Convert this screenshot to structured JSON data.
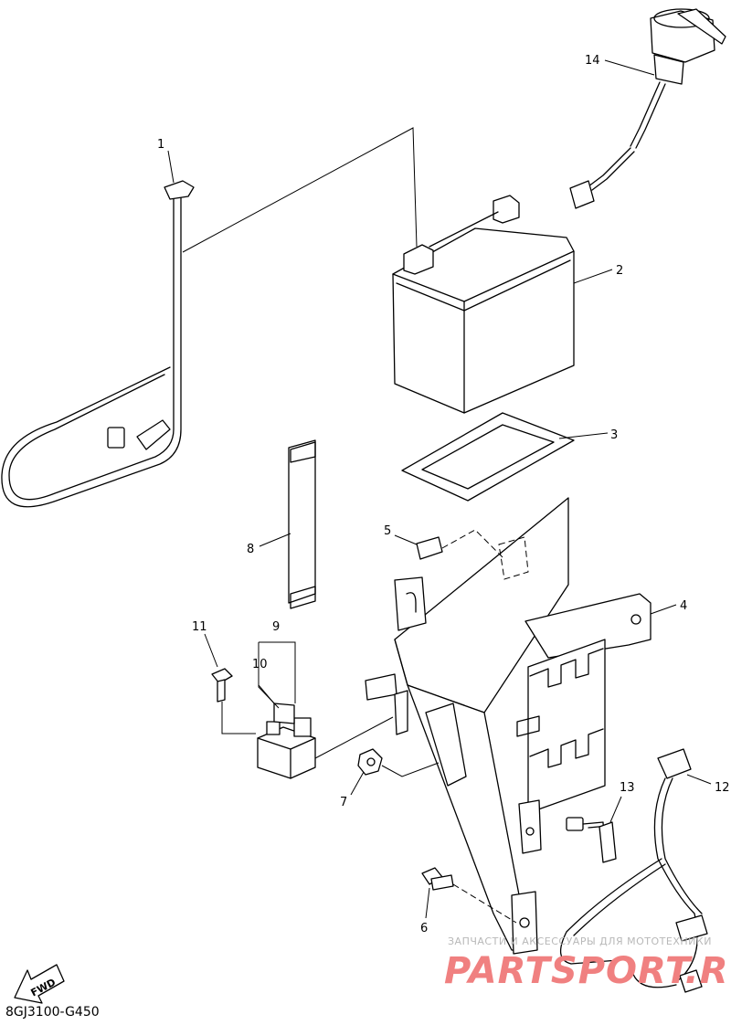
{
  "diagram": {
    "code": "8GJ3100-G450",
    "fwd_label": "FWD",
    "watermark": {
      "subtitle": "ЗАПЧАСТИ И АКСЕССУАРЫ ДЛЯ МОТОТЕХНИКИ",
      "brand": "PARTSPORT.RU"
    },
    "callouts": [
      "1",
      "2",
      "3",
      "4",
      "5",
      "6",
      "7",
      "8",
      "9",
      "10",
      "11",
      "12",
      "13",
      "14"
    ]
  }
}
